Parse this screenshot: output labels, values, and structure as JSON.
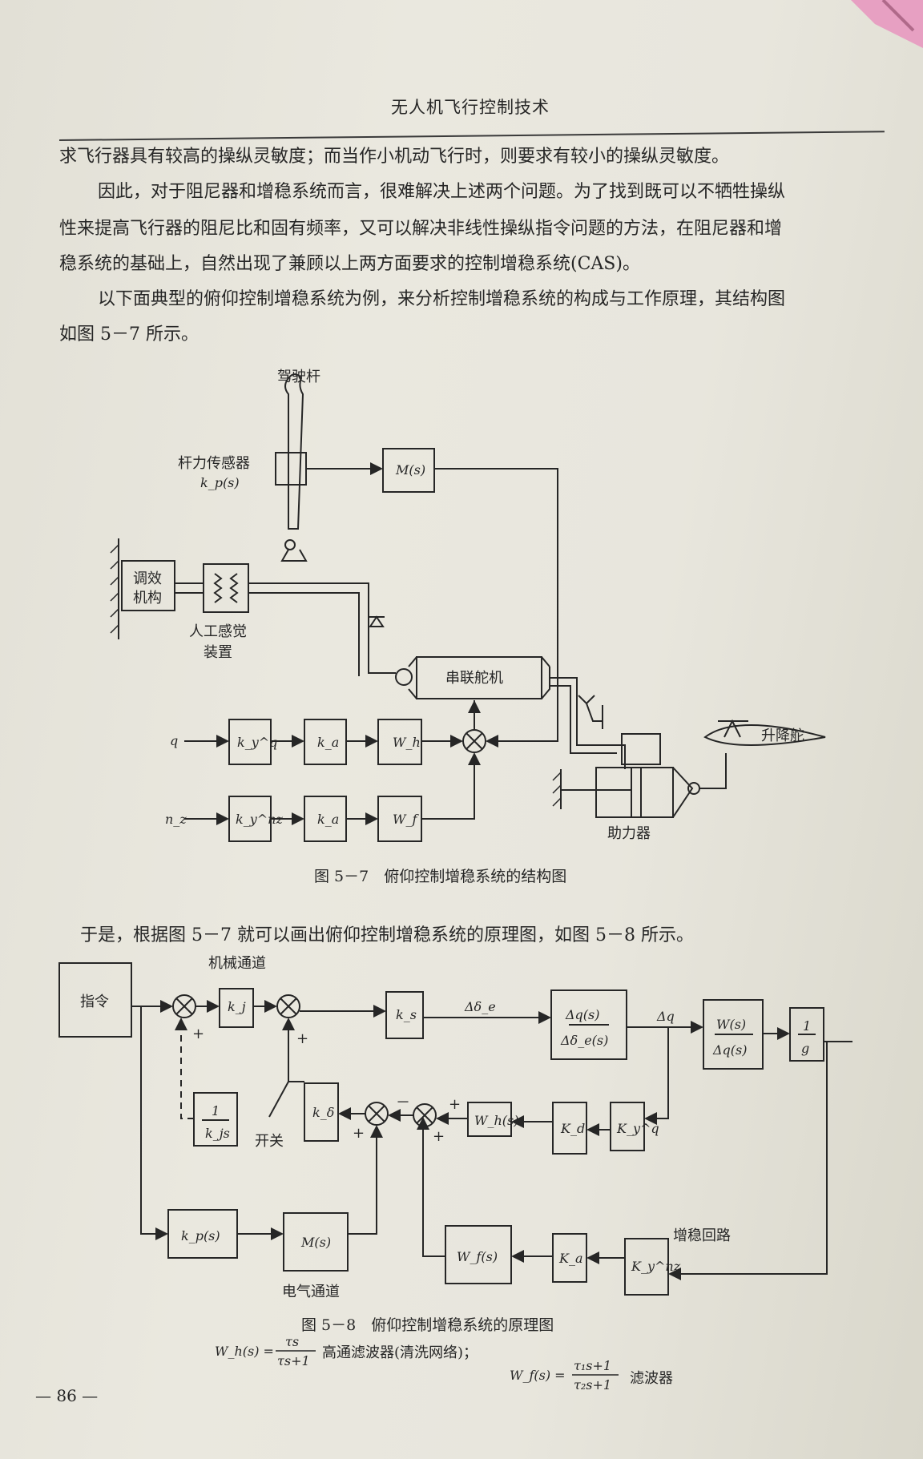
{
  "header": {
    "title": "无人机飞行控制技术"
  },
  "paragraphs": [
    "求飞行器具有较高的操纵灵敏度；而当作小机动飞行时，则要求有较小的操纵灵敏度。",
    "因此，对于阻尼器和增稳系统而言，很难解决上述两个问题。为了找到既可以不牺牲操纵",
    "性来提高飞行器的阻尼比和固有频率，又可以解决非线性操纵指令问题的方法，在阻尼器和增",
    "稳系统的基础上，自然出现了兼顾以上两方面要求的控制增稳系统(CAS)。",
    "以下面典型的俯仰控制增稳系统为例，来分析控制增稳系统的构成与工作原理，其结构图",
    "如图 5－7 所示。"
  ],
  "figure57": {
    "stick": "驾驶杆",
    "sensor_title": "杆力传感器",
    "sensor_tf": "k_p(s)",
    "trim": [
      "调效",
      "机构"
    ],
    "feel": [
      "人工感觉",
      "装置"
    ],
    "ms": "M(s)",
    "servo": "串联舵机",
    "elevator": "升降舵",
    "booster": "助力器",
    "in_q": "q",
    "in_nz": "n_z",
    "ky_q": "k_y^q",
    "ky_nz": "k_y^nz",
    "ka": "k_a",
    "wh": "W_h",
    "wf": "W_f",
    "caption": "图 5－7　俯仰控制增稳系统的结构图"
  },
  "transition": "于是，根据图 5－7 就可以画出俯仰控制增稳系统的原理图，如图 5－8 所示。",
  "figure58": {
    "command": "指令",
    "mech_channel": "机械通道",
    "elec_channel": "电气通道",
    "switch": "开关",
    "aug_loop": "增稳回路",
    "kj": "k_j",
    "ks": "k_s",
    "delta_e": "Δδ_e",
    "tf1_num": "Δq(s)",
    "tf1_den": "Δδ_e(s)",
    "dq": "Δq",
    "tf2_num": "W(s)",
    "tf2_den": "Δq(s)",
    "g_num": "1",
    "g_den": "g",
    "one": "1",
    "kjs": "k_js",
    "kd": "k_δ",
    "whs": "W_h(s)",
    "Kd": "K_d",
    "Kyq": "K_y^q",
    "kps": "k_p(s)",
    "Ms": "M(s)",
    "wfs": "W_f(s)",
    "Ka": "K_a",
    "Kynz": "K_y^nz",
    "plus": "+",
    "minus": "－",
    "caption": "图 5－8　俯仰控制增稳系统的原理图"
  },
  "formula": {
    "wh_lhs": "W_h(s) =",
    "wh_num": "τs",
    "wh_den": "τs+1",
    "wh_desc": "高通滤波器(清洗网络)；",
    "wf_lhs": "W_f(s) =",
    "wf_num": "τ₁s+1",
    "wf_den": "τ₂s+1",
    "wf_desc": "滤波器"
  },
  "footer": {
    "page": "— 86 —"
  },
  "colors": {
    "paper": "#e8e6dd",
    "ink": "#262626",
    "clip": "#e7a0c2"
  }
}
